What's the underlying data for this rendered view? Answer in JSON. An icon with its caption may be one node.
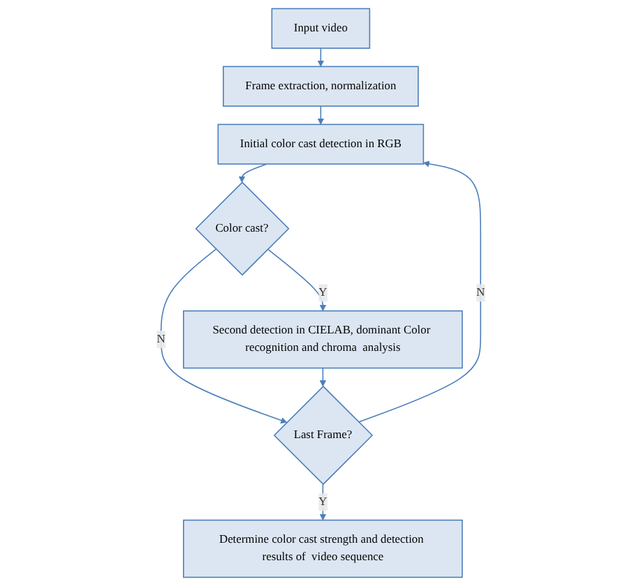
{
  "diagram": {
    "nodes": [
      {
        "text": [
          "Input video"
        ]
      },
      {
        "text": [
          "Frame extraction, normalization"
        ]
      },
      {
        "text": [
          "Initial color cast detection in RGB"
        ]
      },
      {
        "text": [
          "Color cast?"
        ]
      },
      {
        "text": [
          "Second detection in CIELAB, dominant Color recognition and chroma  analysis"
        ]
      },
      {
        "text": [
          "Last Frame?"
        ]
      },
      {
        "text": [
          "Determine color cast strength and detection results of  video sequence"
        ]
      }
    ],
    "edges": [
      {
        "from": 0,
        "to": 1,
        "arrow": "to"
      },
      {
        "from": 1,
        "to": 2,
        "arrow": "to"
      },
      {
        "from": 2,
        "to": 3,
        "arrow": "to"
      },
      {
        "from": 3,
        "to": 4,
        "arrow": "to",
        "label": "Y"
      },
      {
        "from": 3,
        "to": 5,
        "arrow": "to",
        "label": "N"
      },
      {
        "from": 4,
        "to": 5,
        "arrow": "to"
      },
      {
        "from": 5,
        "to": 2,
        "arrow": "to",
        "label": "N"
      },
      {
        "from": 5,
        "to": 6,
        "arrow": "to",
        "label": "Y"
      }
    ]
  }
}
